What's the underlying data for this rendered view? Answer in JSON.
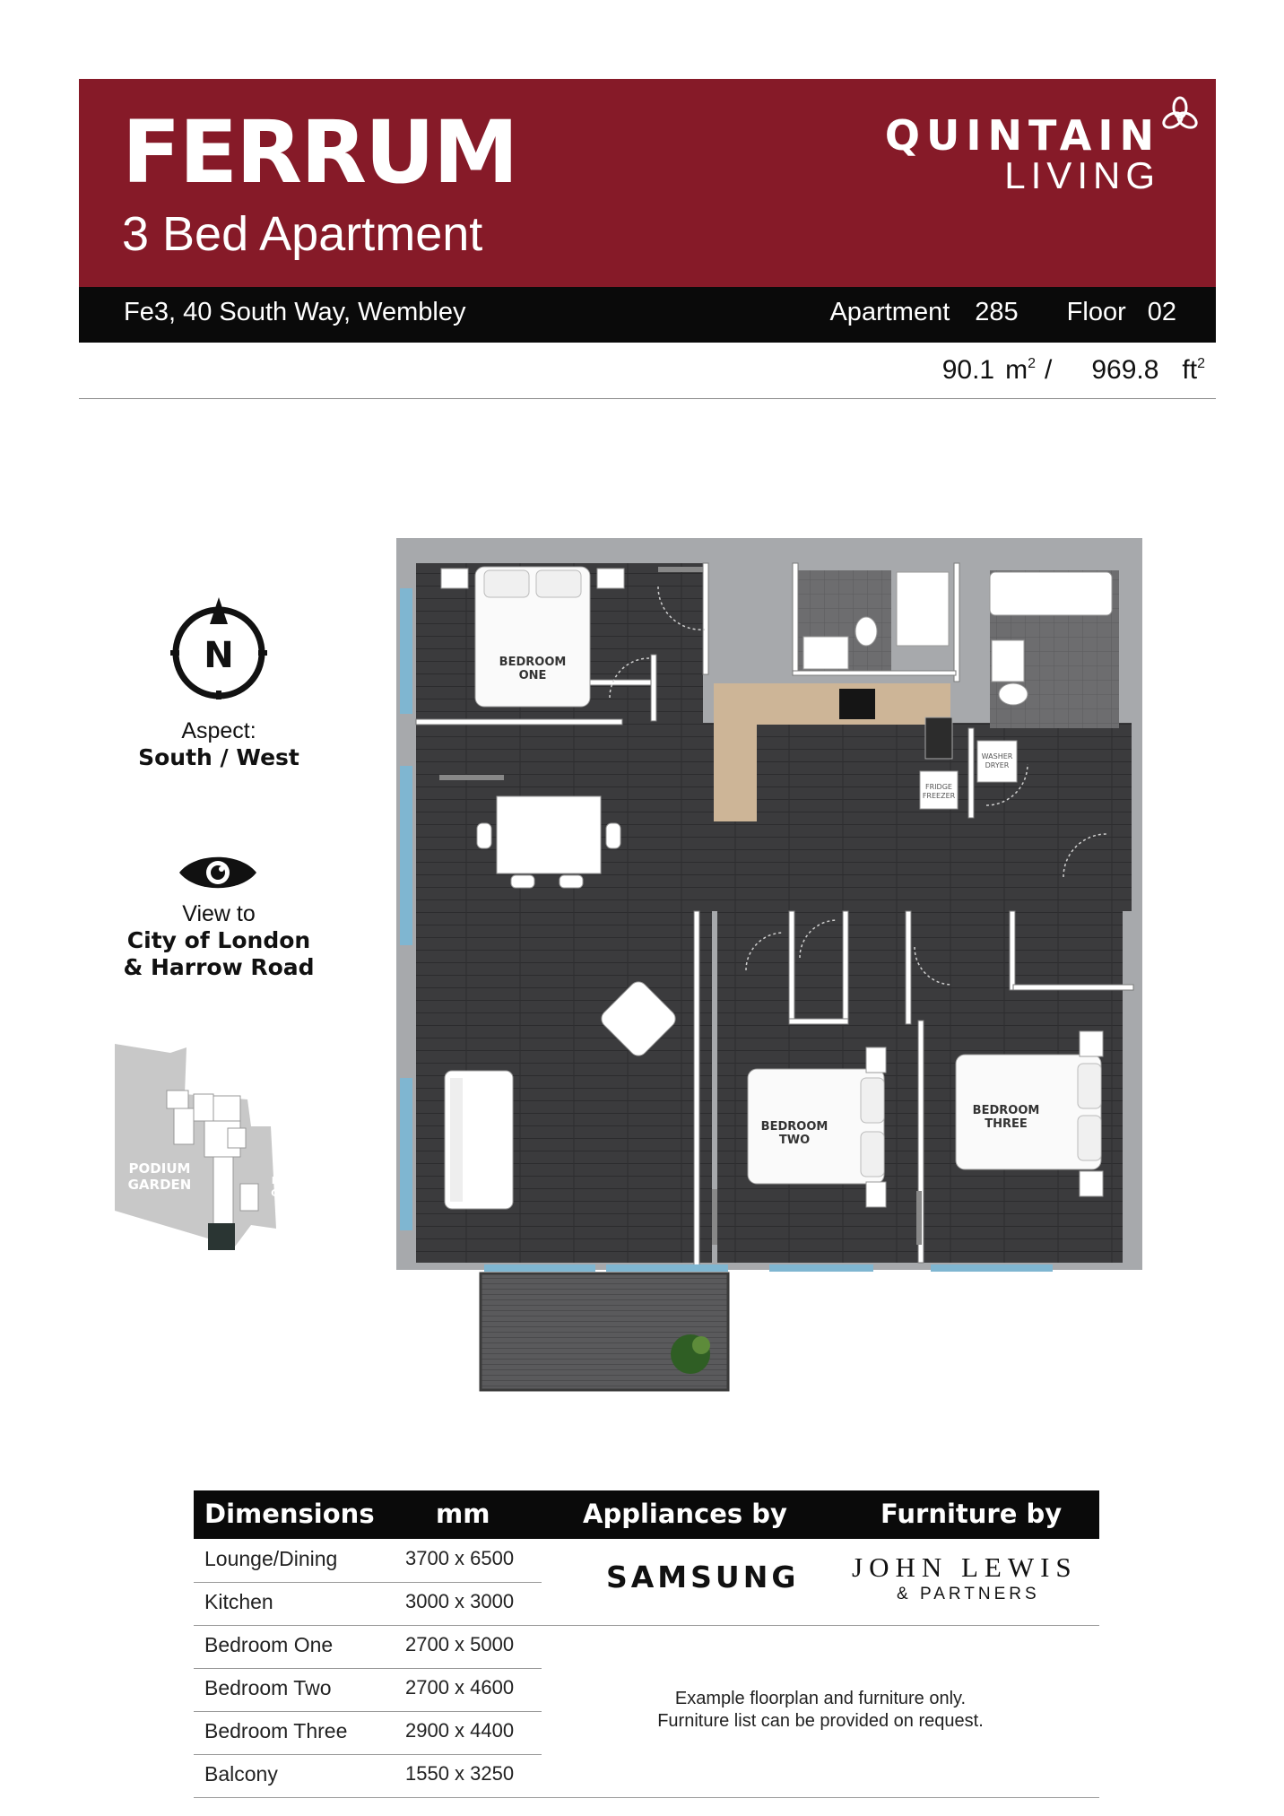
{
  "header": {
    "title": "FERRUM",
    "subtitle": "3 Bed Apartment",
    "brand_line1": "QUINTAIN",
    "brand_line2": "LIVING",
    "background": "#861a28"
  },
  "infobar": {
    "address": "Fe3, 40 South Way, Wembley",
    "apartment_label": "Apartment",
    "apartment_value": "285",
    "floor_label": "Floor",
    "floor_value": "02"
  },
  "area": {
    "sqm_value": "90.1",
    "sqm_unit": "m",
    "separator": "/",
    "sqft_value": "969.8",
    "sqft_unit": "ft",
    "superscript": "2"
  },
  "aspect": {
    "label": "Aspect:",
    "value": "South / West",
    "compass_letter": "N"
  },
  "view": {
    "label": "View to",
    "line1": "City of London",
    "line2": "& Harrow Road"
  },
  "site_plan": {
    "label_left_1": "PODIUM",
    "label_left_2": "GARDEN",
    "label_right_1": "PODIUM",
    "label_right_2": "GARDEN"
  },
  "floorplan": {
    "room_labels": {
      "bedroom_one_1": "BEDROOM",
      "bedroom_one_2": "ONE",
      "bedroom_two_1": "BEDROOM",
      "bedroom_two_2": "TWO",
      "bedroom_three_1": "BEDROOM",
      "bedroom_three_2": "THREE",
      "washer_1": "WASHER",
      "washer_2": "DRYER",
      "fridge_1": "FRIDGE",
      "fridge_2": "FREEZER"
    }
  },
  "table": {
    "headers": {
      "dimensions": "Dimensions",
      "mm": "mm",
      "appliances": "Appliances by",
      "furniture": "Furniture by"
    },
    "rows": [
      {
        "room": "Lounge/Dining",
        "size": "3700 x 6500"
      },
      {
        "room": "Kitchen",
        "size": "3000 x 3000"
      },
      {
        "room": "Bedroom One",
        "size": "2700 x 5000"
      },
      {
        "room": "Bedroom Two",
        "size": "2700 x 4600"
      },
      {
        "room": "Bedroom Three",
        "size": "2900 x 4400"
      },
      {
        "room": "Balcony",
        "size": "1550 x 3250"
      }
    ],
    "appliances_brand": "SAMSUNG",
    "furniture_brand_1": "JOHN LEWIS",
    "furniture_brand_2": "& PARTNERS",
    "note_line1": "Example floorplan and furniture only.",
    "note_line2": "Furniture list can be provided on request."
  }
}
